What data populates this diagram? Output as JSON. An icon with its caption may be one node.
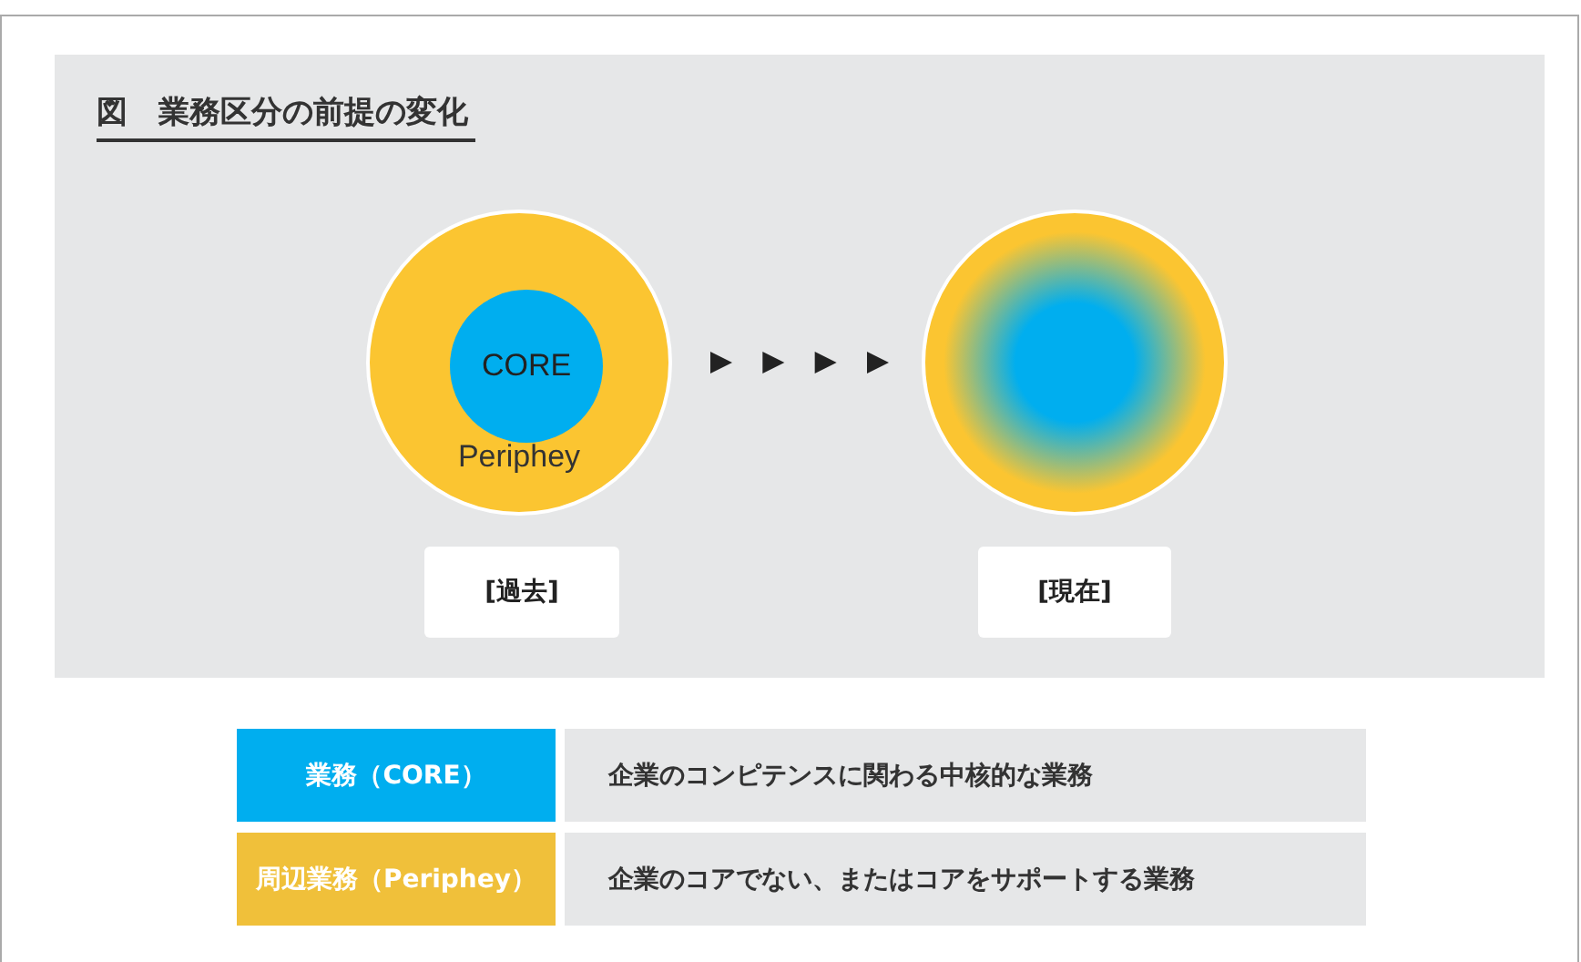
{
  "diagram": {
    "title": "図　業務区分の前提の変化",
    "nodes": [
      {
        "text": [
          "Periphey"
        ]
      },
      {
        "text": [
          "CORE"
        ],
        "in": 0
      },
      {
        "text": [],
        "shape": "circle"
      },
      {
        "text": [
          "[過去]"
        ]
      },
      {
        "text": [
          "[現在]"
        ]
      }
    ],
    "edges": [
      {
        "from": 0,
        "to": 2,
        "arrow": "to"
      }
    ],
    "labels": [
      "業務（CORE）",
      "企業のコンピテンスに関わる中核的な業務",
      "周辺業務（Periphey）",
      "企業のコアでない、またはコアをサポートする業務"
    ]
  }
}
